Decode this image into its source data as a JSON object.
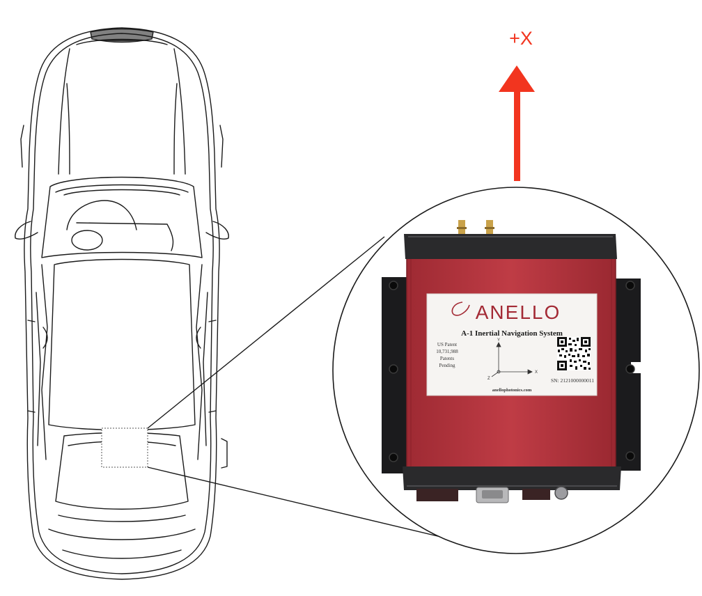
{
  "axis": {
    "label": "+X",
    "color": "#f2351f"
  },
  "device": {
    "brand": "ANELLO",
    "product": "A-1 Inertial Navigation System",
    "patent_lines": [
      "US Patent",
      "10,731,988",
      "Patents",
      "Pending"
    ],
    "serial": "SN: 2121000000011",
    "website": "anellophotonics.com",
    "axes": {
      "x": "X",
      "y": "Y",
      "z": "Z"
    },
    "colors": {
      "enclosure": "#b5353e",
      "label_accent": "#a32a35",
      "end_caps": "#2a2a2c",
      "flange": "#1b1b1d"
    }
  },
  "vehicle": {
    "view": "top-down line drawing",
    "color": "#1a1a1a"
  }
}
